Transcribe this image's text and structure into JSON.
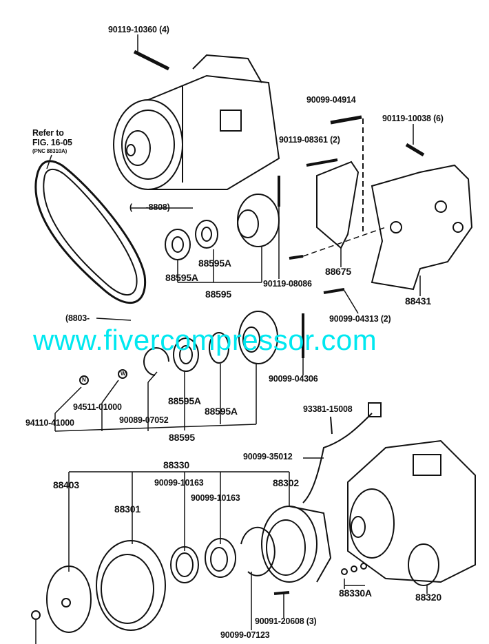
{
  "refer": {
    "line1": "Refer to",
    "line2": "FIG. 16-05",
    "line3": "(PNC 88310A)"
  },
  "watermark": "www.fivercompressor.com",
  "labels": {
    "p90119_10360": "90119-10360 (4)",
    "p90099_04914": "90099-04914",
    "p90119_10038": "90119-10038 (6)",
    "p90119_08361": "90119-08361 (2)",
    "range_8808": "(      -8808)",
    "p88595A_1": "88595A",
    "p88595A_2": "88595A",
    "p88595_1": "88595",
    "p90119_08086": "90119-08086",
    "p88675": "88675",
    "p88431": "88431",
    "p90099_04313": "90099-04313 (2)",
    "range_8803": "(8803-",
    "p90099_04306": "90099-04306",
    "p88595A_3": "88595A",
    "p88595A_4": "88595A",
    "p94511_01000": "94511-01000",
    "p90089_07052": "90089-07052",
    "p94110_41000": "94110-41000",
    "p88595_2": "88595",
    "p93381_15008": "93381-15008",
    "p90099_35012": "90099-35012",
    "p88330": "88330",
    "p88403": "88403",
    "p88301": "88301",
    "p90099_10163_1": "90099-10163",
    "p90099_10163_2": "90099-10163",
    "p88302": "88302",
    "p88330A": "88330A",
    "p88320": "88320",
    "p90091_20608": "90091-20608 (3)",
    "p90099_07123": "90099-07123"
  },
  "nut_marks": {
    "n": "N",
    "w": "W"
  },
  "colors": {
    "ink": "#111111",
    "watermark": "#00e8f0"
  }
}
